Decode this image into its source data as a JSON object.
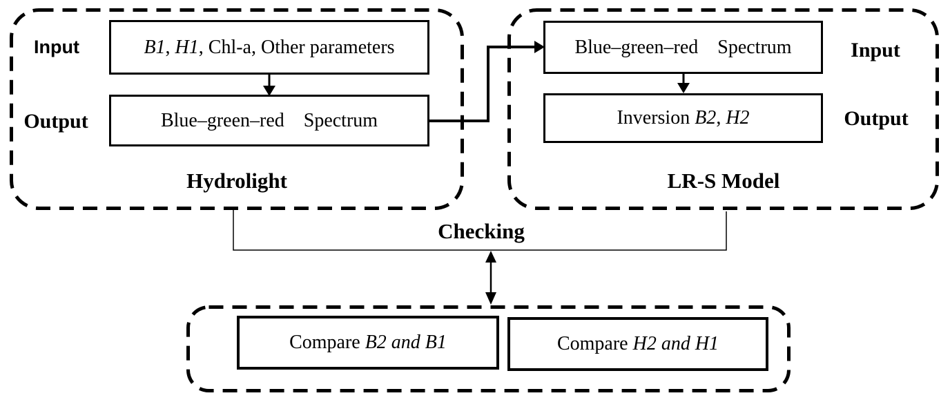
{
  "colors": {
    "ink": "#000000",
    "background": "#ffffff"
  },
  "panels": {
    "hydrolight": {
      "title": "Hydrolight",
      "input_label": "Input",
      "output_label": "Output",
      "input_box_segments": [
        {
          "text": "B1",
          "italic": true
        },
        {
          "text": ", ",
          "italic": false
        },
        {
          "text": "H1",
          "italic": true
        },
        {
          "text": ", Chl-a, Other parameters",
          "italic": false
        }
      ],
      "output_box_segments": [
        {
          "text": "Blue–green–red   Spectrum",
          "italic": false
        }
      ]
    },
    "lrs_model": {
      "title": "LR-S Model",
      "input_label": "Input",
      "output_label": "Output",
      "input_box_segments": [
        {
          "text": "Blue–green–red   Spectrum",
          "italic": false
        }
      ],
      "output_box_segments": [
        {
          "text": "Inversion ",
          "italic": false
        },
        {
          "text": "B2",
          "italic": true
        },
        {
          "text": ", ",
          "italic": false
        },
        {
          "text": "H2",
          "italic": true
        }
      ]
    },
    "compare": {
      "left_box_segments": [
        {
          "text": "Compare ",
          "italic": false
        },
        {
          "text": "B2 and B1",
          "italic": true
        }
      ],
      "right_box_segments": [
        {
          "text": "Compare ",
          "italic": false
        },
        {
          "text": "H2 and H1",
          "italic": true
        }
      ]
    }
  },
  "checking": {
    "label": "Checking"
  }
}
